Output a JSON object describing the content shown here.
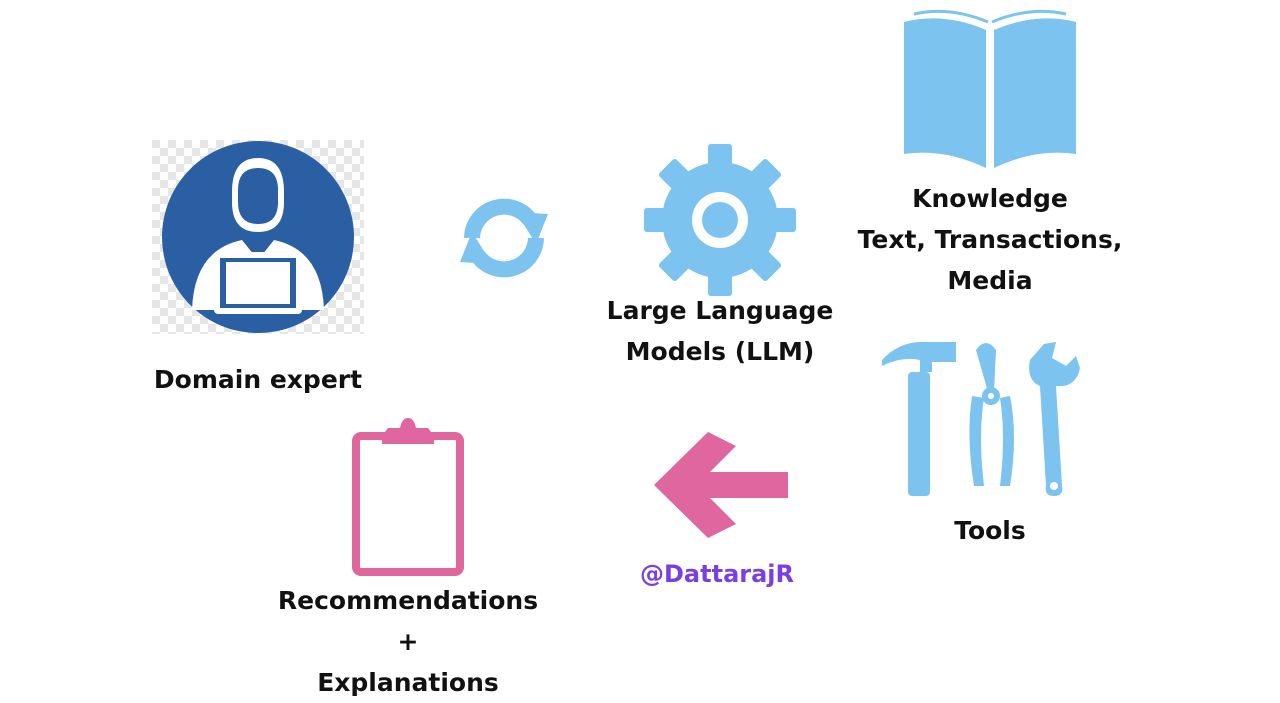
{
  "nodes": {
    "domain_expert": {
      "icon": "user-at-laptop-icon",
      "label": "Domain expert",
      "color": "#2b5fa3"
    },
    "llm": {
      "icon": "gear-icon",
      "label_lines": [
        "Large Language",
        "Models (LLM)"
      ],
      "color": "#7cc3f0"
    },
    "knowledge": {
      "icon": "open-book-icon",
      "label_lines": [
        "Knowledge",
        "Text, Transactions,",
        "Media"
      ],
      "color": "#7cc3f0"
    },
    "tools": {
      "icon": "tools-icon",
      "label": "Tools",
      "color": "#7cc3f0"
    },
    "recommendations": {
      "icon": "clipboard-icon",
      "label_lines": [
        "Recommendations",
        "+",
        "Explanations"
      ],
      "color": "#e066a0"
    }
  },
  "connectors": {
    "cycle": {
      "icon": "refresh-cycle-icon",
      "color": "#7cc3f0"
    },
    "arrow": {
      "icon": "left-arrow-icon",
      "color": "#e066a0"
    }
  },
  "credit": {
    "handle": "@DattarajR",
    "color": "#7a3fe0"
  }
}
